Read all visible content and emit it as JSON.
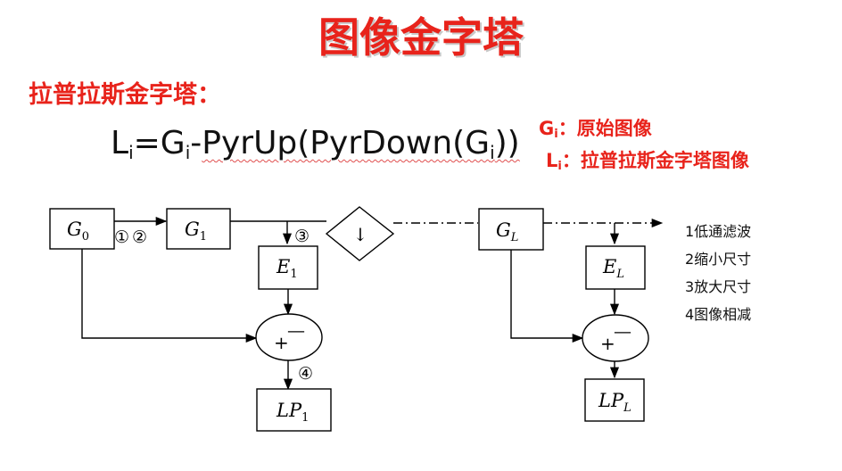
{
  "title": "图像金字塔",
  "subtitle": "拉普拉斯金字塔：",
  "formula": {
    "L": "L",
    "i1": "i",
    "eq": "=G",
    "i2": "i",
    "mid": "-",
    "squig": "PyrUp(PyrDown(G",
    "i3": "i",
    "end": "))"
  },
  "definitions": {
    "g_letter": "G",
    "g_sub": "i",
    "g_text": "：原始图像",
    "l_letter": "L",
    "l_sub": "i",
    "l_text": "：拉普拉斯金字塔图像"
  },
  "diagram": {
    "G0": "G",
    "G0_sub": "0",
    "G1": "G",
    "G1_sub": "1",
    "GL": "G",
    "GL_sub": "L",
    "E1": "E",
    "E1_sub": "1",
    "EL": "E",
    "EL_sub": "L",
    "LP1": "LP",
    "LP1_sub": "1",
    "LPL": "LP",
    "LPL_sub": "L",
    "plus": "+",
    "minus": "—",
    "c1": "①",
    "c2": "②",
    "c3": "③",
    "c4": "④",
    "down_arrow": "↓"
  },
  "steps": [
    "1低通滤波",
    "2缩小尺寸",
    "3放大尺寸",
    "4图像相减"
  ],
  "colors": {
    "accent": "#e8231b"
  }
}
